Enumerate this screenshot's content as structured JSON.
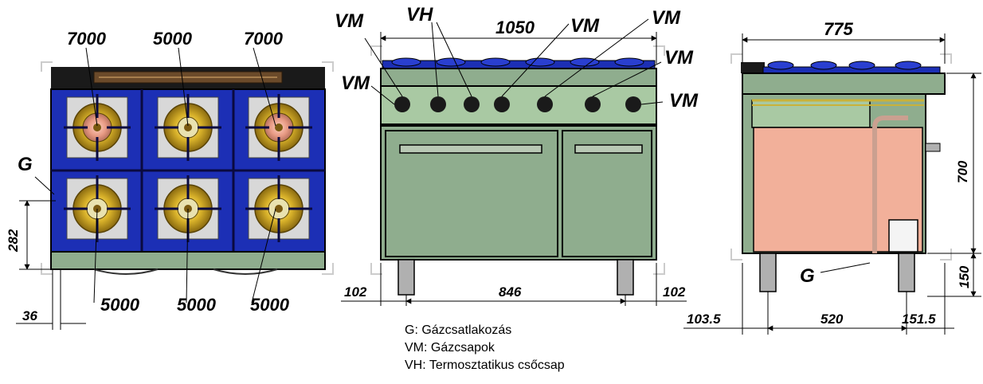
{
  "top_view": {
    "burner_ratings": {
      "top_left": "7000",
      "top_middle": "5000",
      "top_right": "7000",
      "bottom_left": "5000",
      "bottom_middle": "5000",
      "bottom_right": "5000"
    },
    "gas_connection_label": "G",
    "dim_height": "282",
    "dim_offset": "36"
  },
  "front_view": {
    "dim_width": "1050",
    "dim_leg_spacing": "846",
    "dim_left_offset": "102",
    "dim_right_offset": "102",
    "labels": {
      "vm_top_left": "VM",
      "vh_top": "VH",
      "vm_top_mid": "VM",
      "vm_top_right": "VM",
      "vm_right_upper": "VM",
      "vm_right_lower": "VM",
      "vm_left": "VM"
    }
  },
  "side_view": {
    "dim_depth": "775",
    "dim_height": "700",
    "dim_leg_height": "150",
    "dim_front_offset": "103.5",
    "dim_leg_spacing": "520",
    "dim_rear_offset": "151.5",
    "gas_connection_label": "G"
  },
  "legend": {
    "g": "G: Gázcsatlakozás",
    "vm": "VM: Gázcsapok",
    "vh": "VH: Termosztatikus csőcsap"
  },
  "colors": {
    "body_green": "#8fad8e",
    "panel_green": "#a9c9a3",
    "grate_blue": "#1c2fb5",
    "burner_gold": "#c9a227",
    "burner_pink": "#e8a08a",
    "oven_pink": "#f2b09a",
    "knob_black": "#1a1a1a"
  }
}
